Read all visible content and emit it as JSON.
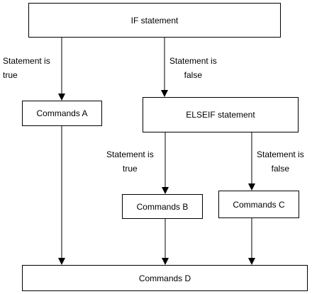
{
  "nodes": {
    "if": "IF statement",
    "elseif": "ELSEIF statement",
    "commands_a": "Commands A",
    "commands_b": "Commands B",
    "commands_c": "Commands C",
    "commands_d": "Commands D"
  },
  "edge_labels": {
    "if_true_line1": "Statement is",
    "if_true_line2": "true",
    "if_false_line1": "Statement is",
    "if_false_line2": "false",
    "elseif_true_line1": "Statement is",
    "elseif_true_line2": "true",
    "elseif_false_line1": "Statement is",
    "elseif_false_line2": "false"
  },
  "colors": {
    "line": "#000000",
    "box_border": "#000000",
    "background": "#ffffff"
  }
}
